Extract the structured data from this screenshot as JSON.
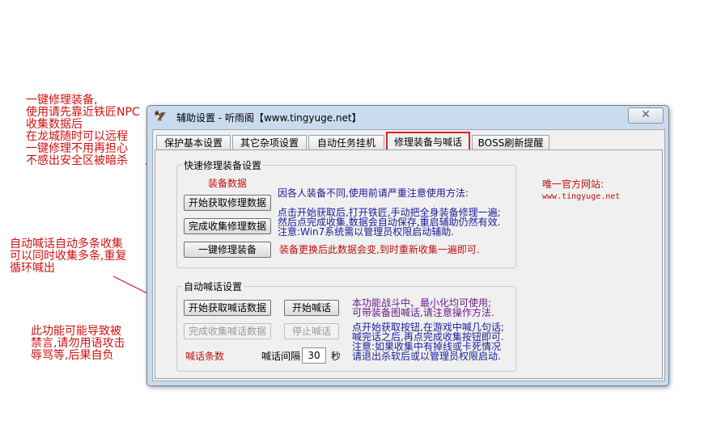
{
  "annotations": {
    "repair": "一键修理装备,\n使用请先靠近铁匠NPC\n收集数据后\n在龙城随时可以远程\n一键修理不用再担心\n不感出安全区被暗杀",
    "shout": "自动喊话自动多条收集\n可以同时收集多条,重复\n循环喊出",
    "warning": "此功能可能导致被\n禁言,请勿用语攻击\n辱骂等,后果自负"
  },
  "window": {
    "title": "辅助设置 - 听雨阁【www.tingyuge.net】",
    "close_label": "✕"
  },
  "tabs": [
    {
      "label": "保护基本设置"
    },
    {
      "label": "其它杂项设置"
    },
    {
      "label": "自动任务挂机"
    },
    {
      "label": "修理装备与喊话"
    },
    {
      "label": "BOSS刷新提醒"
    }
  ],
  "repair_group": {
    "title": "快速修理装备设置",
    "data_label": "装备数据",
    "start_btn": "开始获取修理数据",
    "finish_btn": "完成收集修理数据",
    "repair_btn": "一键修理装备",
    "note_header": "因各人装备不同,使用前请严重注意使用方法:",
    "note_body": "点击开始获取后,打开铁匠,手动把全身装备修理一遍;\n然后点完成收集,数据会自动保存,重启辅助仍然有效.\n注意:Win7系统需以管理员权限启动辅助.",
    "note_footer": "装备更换后此数据会变,到时重新收集一遍即可."
  },
  "official": {
    "label": "唯一官方网站:",
    "url": "www.tingyuge.net"
  },
  "shout_group": {
    "title": "自动喊话设置",
    "start_collect_btn": "开始获取喊话数据",
    "start_shout_btn": "开始喊话",
    "finish_collect_btn": "完成收集喊话数据",
    "stop_shout_btn": "停止喊话",
    "count_label": "喊话条数",
    "interval_label": "喊话间隔",
    "interval_value": "30",
    "interval_unit": "秒",
    "note_top": "本功能战斗中、最小化均可使用;\n可带装备图喊话,请注意操作方法.",
    "note_bottom": "点开始获取按钮,在游戏中喊几句话;\n喊完话之后,再点完成收集按钮即可.\n注意:如果收集中有掉线或卡死情况\n请退出杀软后或以管理员权限启动."
  },
  "colors": {
    "annotation": "#d01010",
    "active_tab_border": "#e02020",
    "note_blue": "#1a1a9a",
    "note_red": "#c01010"
  }
}
